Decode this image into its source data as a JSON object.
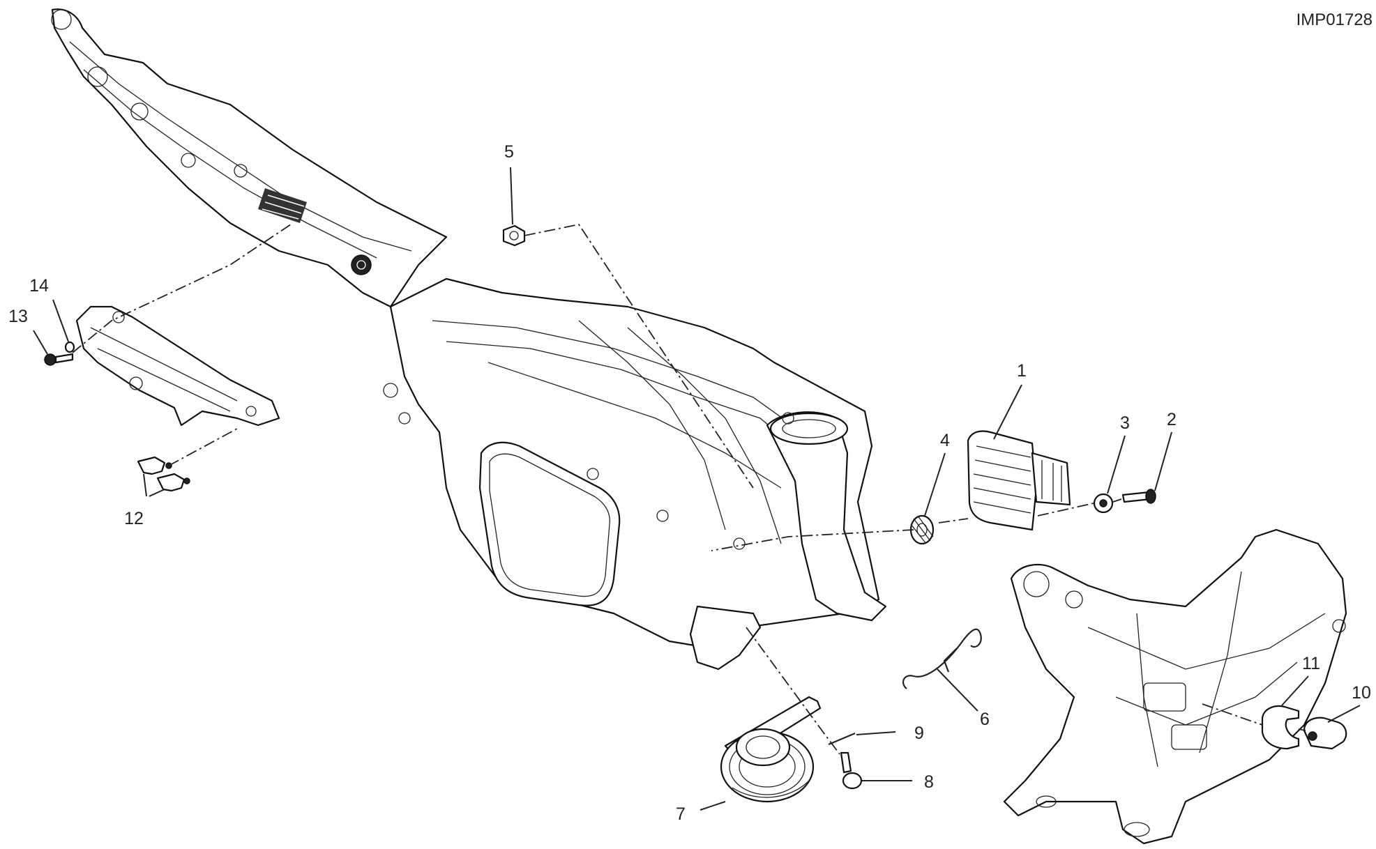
{
  "reference_code": "IMP01728",
  "callouts": {
    "c1": "1",
    "c2": "2",
    "c3": "3",
    "c4": "4",
    "c5": "5",
    "c6": "6",
    "c7": "7",
    "c8": "8",
    "c9": "9",
    "c10": "10",
    "c11": "11",
    "c12": "12",
    "c13": "13",
    "c14": "14"
  }
}
